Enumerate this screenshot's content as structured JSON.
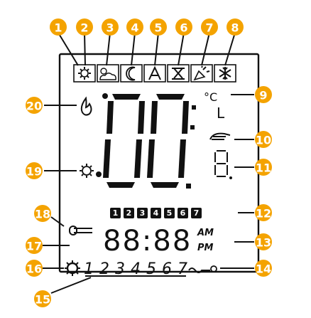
{
  "callouts": [
    "1",
    "2",
    "3",
    "4",
    "5",
    "6",
    "7",
    "8",
    "9",
    "10",
    "11",
    "12",
    "13",
    "14",
    "15",
    "16",
    "17",
    "18",
    "19",
    "20"
  ],
  "display": {
    "temp_unit_c": "°C",
    "temp_unit_l": "L",
    "small_digit": "8",
    "clock_digits": "88:88",
    "am": "AM",
    "pm": "PM",
    "day_numbers": [
      "1",
      "2",
      "3",
      "4",
      "5",
      "6",
      "7"
    ],
    "day_boxes": [
      "1",
      "2",
      "3",
      "4",
      "5",
      "6",
      "7"
    ]
  },
  "colors": {
    "badge": "#f4a300",
    "segment": "#111111",
    "background": "#ffffff"
  },
  "mode_icons": [
    "sun-icon",
    "sun-cloud-icon",
    "moon-icon",
    "auto-icon",
    "hourglass-icon",
    "party-icon",
    "snowflake-icon"
  ]
}
